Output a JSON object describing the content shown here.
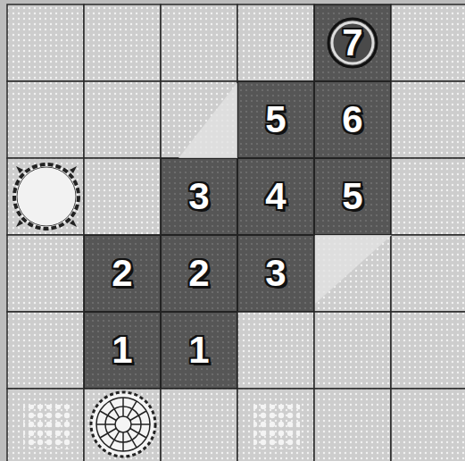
{
  "diagram": {
    "nodes": [
      {
        "text": [
          "7"
        ]
      },
      {
        "text": [
          "5"
        ]
      },
      {
        "text": [
          "6"
        ]
      },
      {
        "text": [
          "3"
        ]
      },
      {
        "text": [
          "4"
        ]
      },
      {
        "text": [
          "5"
        ]
      },
      {
        "text": [
          "2"
        ]
      },
      {
        "text": [
          "2"
        ]
      },
      {
        "text": [
          "3"
        ]
      },
      {
        "text": [
          "1"
        ]
      },
      {
        "text": [
          "1"
        ]
      }
    ]
  }
}
